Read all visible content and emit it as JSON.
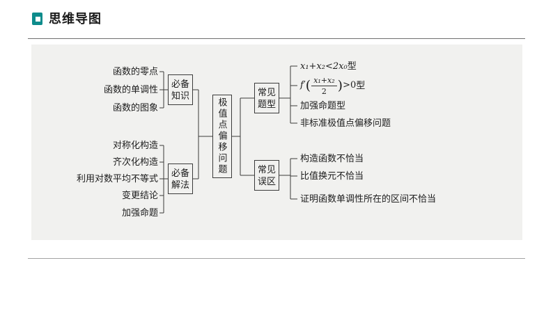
{
  "header": {
    "title": "思维导图"
  },
  "mindmap": {
    "root": "极值点偏移问题",
    "left_groups": [
      {
        "box": "必备知识",
        "items": [
          "函数的零点",
          "函数的单调性",
          "函数的图象"
        ]
      },
      {
        "box": "必备解法",
        "items": [
          "对称化构造",
          "齐次化构造",
          "利用对数平均不等式",
          "变更结论",
          "加强命题"
        ]
      }
    ],
    "right_groups": [
      {
        "box": "常见题型",
        "item1": {
          "math": "x₁+x₂<2x₀",
          "suffix": "型"
        },
        "item2": {
          "pre": "f′",
          "lparen": "(",
          "num": "x₁+x₂",
          "den": "2",
          "rparen": ")",
          "post": ">0",
          "suffix": "型"
        },
        "item3": "加强命题型",
        "item4": "非标准极值点偏移问题"
      },
      {
        "box": "常见误区",
        "items": [
          "构造函数不恰当",
          "比值换元不恰当",
          "证明函数单调性所在的区间不恰当"
        ]
      }
    ]
  }
}
